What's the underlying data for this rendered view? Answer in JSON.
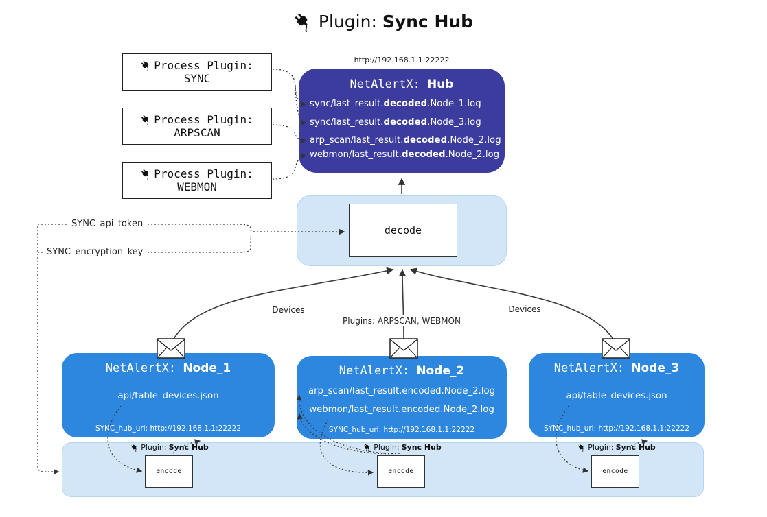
{
  "title": {
    "prefix": "Plugin: ",
    "bold": "Sync Hub"
  },
  "process_plugins": [
    {
      "label": "Process Plugin:",
      "name": "SYNC"
    },
    {
      "label": "Process Plugin:",
      "name": "ARPSCAN"
    },
    {
      "label": "Process Plugin:",
      "name": "WEBMON"
    }
  ],
  "hub": {
    "url": "http://192.168.1.1:22222",
    "title_prefix": "NetAlertX: ",
    "title_bold": "Hub",
    "files": [
      {
        "pre": "sync/last_result.",
        "bold": "decoded",
        "post": ".Node_1.log"
      },
      {
        "pre": "sync/last_result.",
        "bold": "decoded",
        "post": ".Node_3.log"
      },
      {
        "pre": "arp_scan/last_result.",
        "bold": "decoded",
        "post": ".Node_2.log"
      },
      {
        "pre": "webmon/last_result.",
        "bold": "decoded",
        "post": ".Node_2.log"
      }
    ]
  },
  "decode": {
    "label": "decode"
  },
  "keys": {
    "api_token": "SYNC_api_token",
    "encryption_key": "SYNC_encryption_key"
  },
  "edges": {
    "left_label": "Devices",
    "center_label": "Plugins: ARPSCAN, WEBMON",
    "right_label": "Devices"
  },
  "nodes": [
    {
      "title_prefix": "NetAlertX: ",
      "title_bold": "Node_1",
      "files": [
        "api/table_devices.json"
      ],
      "footer": "SYNC_hub_url: http://192.168.1.1:22222"
    },
    {
      "title_prefix": "NetAlertX: ",
      "title_bold": "Node_2",
      "files": [
        "arp_scan/last_result.encoded.Node_2.log",
        "webmon/last_result.encoded.Node_2.log"
      ],
      "footer": "SYNC_hub_url: http://192.168.1.1:22222"
    },
    {
      "title_prefix": "NetAlertX: ",
      "title_bold": "Node_3",
      "files": [
        "api/table_devices.json"
      ],
      "footer": "SYNC_hub_url: http://192.168.1.1:22222"
    }
  ],
  "encoders": [
    {
      "label_prefix": "Plugin: ",
      "label_bold": "Sync Hub",
      "box_label": "encode"
    },
    {
      "label_prefix": "Plugin: ",
      "label_bold": "Sync Hub",
      "box_label": "encode"
    },
    {
      "label_prefix": "Plugin: ",
      "label_bold": "Sync Hub",
      "box_label": "encode"
    }
  ],
  "colors": {
    "hub": "#3c3c9e",
    "node": "#2d87de",
    "panel": "#d2e6f8",
    "panel_border": "#b5d4ee",
    "line": "#3a3a3a"
  }
}
